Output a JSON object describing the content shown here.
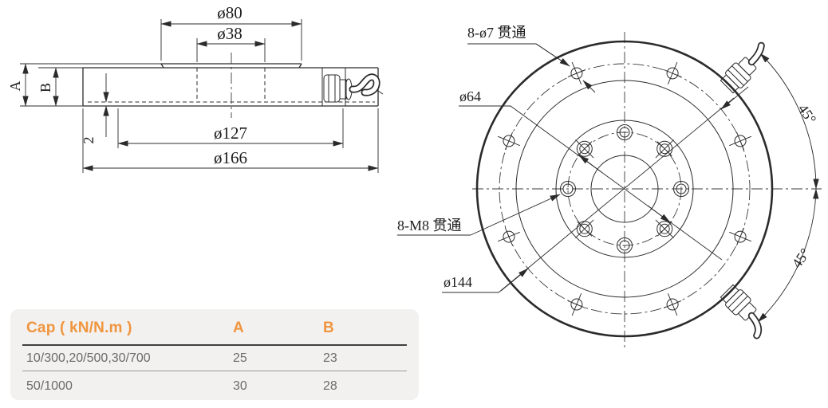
{
  "drawing": {
    "side_view": {
      "dim_d80": "ø80",
      "dim_d38": "ø38",
      "dim_a": "A",
      "dim_b": "B",
      "dim_recess": "2",
      "dim_d127": "ø127",
      "dim_d166": "ø166"
    },
    "front_view": {
      "callout_outer_holes": "8-ø7 贯通",
      "dim_inner_bolt_circle": "ø64",
      "callout_inner_holes": "8-M8 贯通",
      "dim_outer_bolt_circle": "ø144",
      "angle_top": "45°",
      "angle_bottom": "45°"
    }
  },
  "table": {
    "headers": {
      "cap": "Cap ( kN/N.m )",
      "a": "A",
      "b": "B"
    },
    "rows": [
      {
        "cap": "10/300,20/500,30/700",
        "a": "25",
        "b": "23"
      },
      {
        "cap": "50/1000",
        "a": "30",
        "b": "28"
      }
    ]
  },
  "colors": {
    "accent_orange": "#F0953F",
    "line": "#2B2B2B",
    "table_bg": "#F2F1EF",
    "row_text": "#6B6B6B"
  }
}
